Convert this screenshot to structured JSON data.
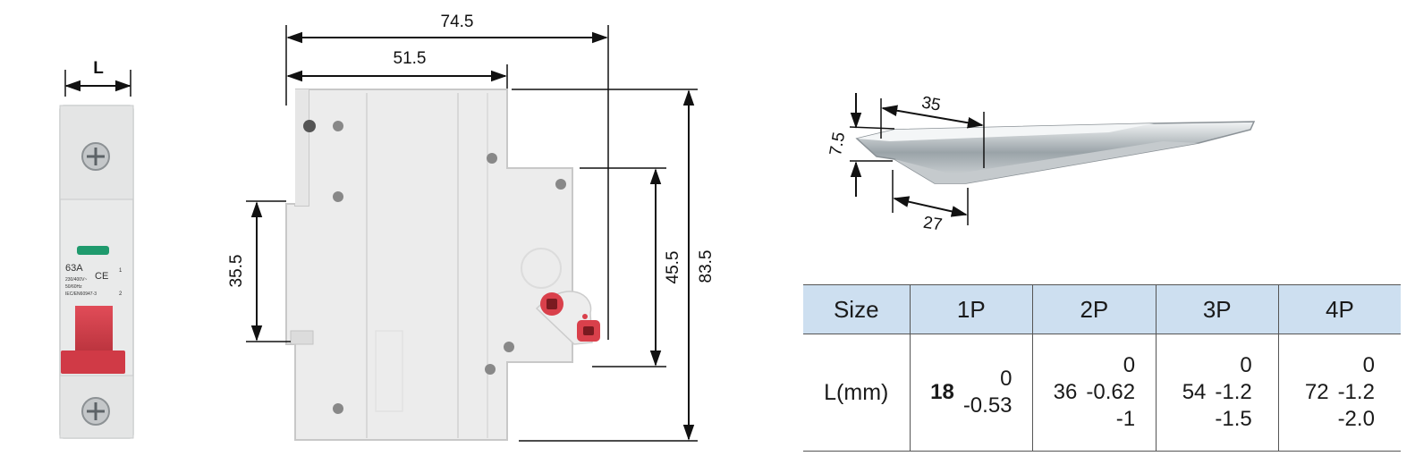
{
  "breaker_front": {
    "width_label": "L",
    "rating": "63A",
    "ce_mark": "CE",
    "spec_line1": "230/400V~",
    "spec_line2": "50/60Hz",
    "standard": "IEC/EN60947-3",
    "terminal_top": "1",
    "terminal_bottom": "2"
  },
  "side_view": {
    "dim_total_depth": "74.5",
    "dim_body_depth": "51.5",
    "dim_rail_slot": "35.5",
    "dim_front_height": "45.5",
    "dim_total_height": "83.5"
  },
  "din_rail": {
    "dim_width": "35",
    "dim_height": "7.5",
    "dim_inner": "27"
  },
  "size_table": {
    "headers": [
      "Size",
      "1P",
      "2P",
      "3P",
      "4P"
    ],
    "row_label": "L(mm)",
    "cells": [
      {
        "nominal": "18",
        "tolerances": [
          "0",
          "-0.53"
        ],
        "bold": true
      },
      {
        "nominal": "36",
        "tolerances": [
          "0",
          "-0.62",
          "-1"
        ],
        "bold": false
      },
      {
        "nominal": "54",
        "tolerances": [
          "0",
          "-1.2",
          "-1.5"
        ],
        "bold": false
      },
      {
        "nominal": "72",
        "tolerances": [
          "0",
          "-1.2",
          "-2.0"
        ],
        "bold": false
      }
    ]
  },
  "colors": {
    "housing": "#e9eaea",
    "handle": "#d9404b",
    "indicator": "#1f9a6d",
    "table_header": "#cddff0"
  }
}
